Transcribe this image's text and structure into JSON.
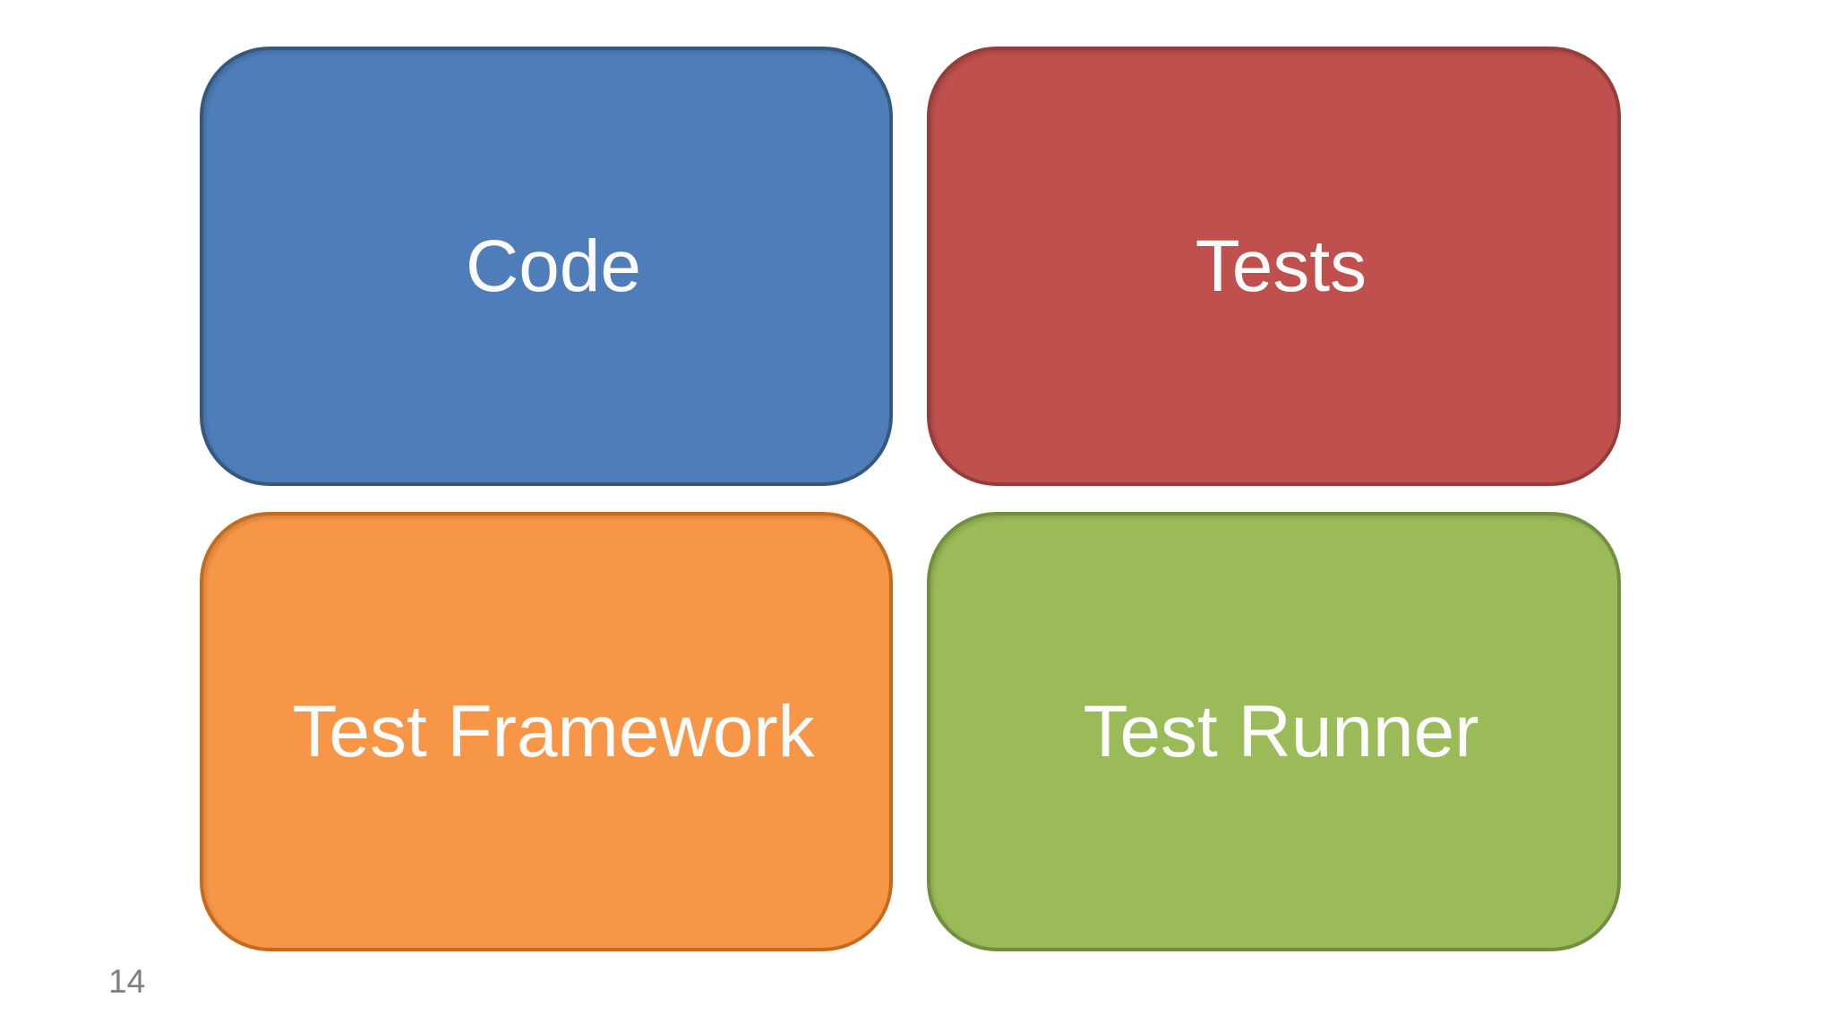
{
  "slide": {
    "page_number": "14",
    "background_color": "#FFFFFF",
    "label_color": "#FCFCFC",
    "page_number_color": "#7E7E7E",
    "boxes": [
      {
        "id": "code",
        "label": "Code",
        "fill": "#4E7DBA",
        "border": "#35597E"
      },
      {
        "id": "tests",
        "label": "Tests",
        "fill": "#C0504D",
        "border": "#963D3A"
      },
      {
        "id": "test-framework",
        "label": "Test Framework",
        "fill": "#F79646",
        "border": "#C66A1E"
      },
      {
        "id": "test-runner",
        "label": "Test Runner",
        "fill": "#9BBB59",
        "border": "#71903F"
      }
    ]
  }
}
